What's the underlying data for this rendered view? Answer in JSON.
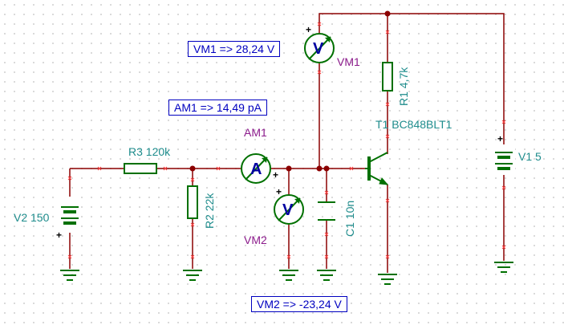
{
  "components": {
    "r3": {
      "label": "R3 120k"
    },
    "r2": {
      "label": "R2 22k"
    },
    "r1": {
      "label": "R1 4,7k"
    },
    "c1": {
      "label": "C1 10n"
    },
    "t1": {
      "label": "T1 BC848BLT1"
    },
    "v1": {
      "label": "V1 5"
    },
    "v2": {
      "label": "V2 150"
    },
    "am1": {
      "label": "AM1",
      "symbol": "A"
    },
    "vm1": {
      "label": "VM1",
      "symbol": "V"
    },
    "vm2": {
      "label": "VM2",
      "symbol": "V"
    }
  },
  "readouts": {
    "vm1": "VM1 => 28,24 V",
    "am1": "AM1 => 14,49 pA",
    "vm2": "VM2 => -23,24 V"
  },
  "polarity_mark": "+",
  "colors": {
    "wire": "#8b0000",
    "component": "#007000",
    "label_teal": "#1e8c8c",
    "label_purple": "#8b1a8b",
    "readout": "#0000c0"
  }
}
